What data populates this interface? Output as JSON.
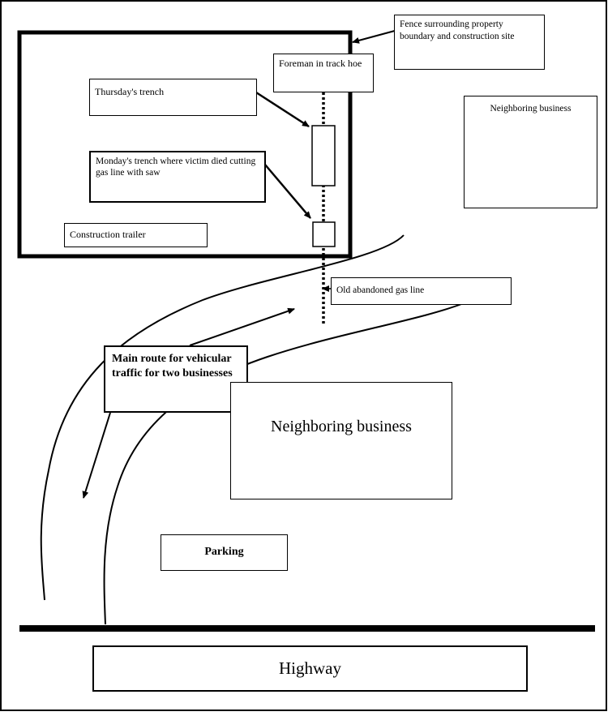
{
  "labels": {
    "fence": "Fence surrounding property boundary and construction site",
    "foreman": "Foreman in track hoe",
    "thursday_trench": "Thursday's trench",
    "monday_trench": "Monday's trench where victim died cutting gas line with saw",
    "construction_trailer": "Construction trailer",
    "neighboring_business_small": "Neighboring business",
    "old_gas_line": "Old abandoned gas line",
    "main_route": "Main route for vehicular traffic for two businesses",
    "neighboring_business_large": "Neighboring business",
    "parking": "Parking",
    "highway": "Highway"
  }
}
